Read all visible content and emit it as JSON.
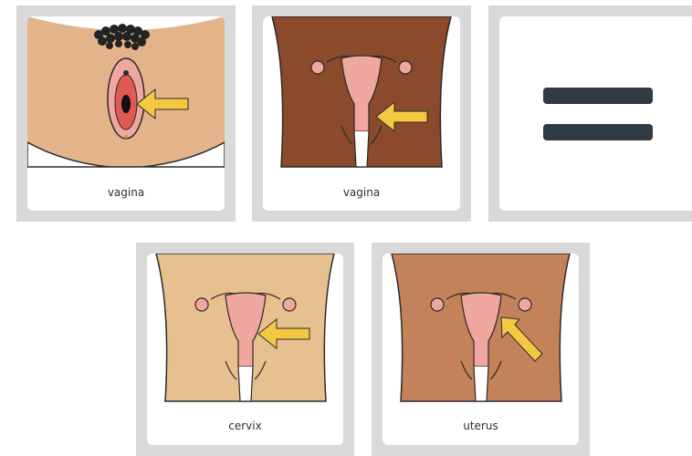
{
  "cards": [
    {
      "label": "vagina",
      "skin": "#e3b48a",
      "view": "external"
    },
    {
      "label": "vagina",
      "skin": "#8b4a2b",
      "view": "internal"
    },
    {
      "label": "",
      "symbol": "equals"
    },
    {
      "label": "cervix",
      "skin": "#e7c08f",
      "view": "internal"
    },
    {
      "label": "uterus",
      "skin": "#c4825a",
      "view": "internal"
    }
  ],
  "colors": {
    "arrow": "#f5c842",
    "organ": "#f0a7a0",
    "outline": "#2a2a2a",
    "card_frame": "#d9d9d9",
    "equals_bar": "#2f3a42"
  }
}
